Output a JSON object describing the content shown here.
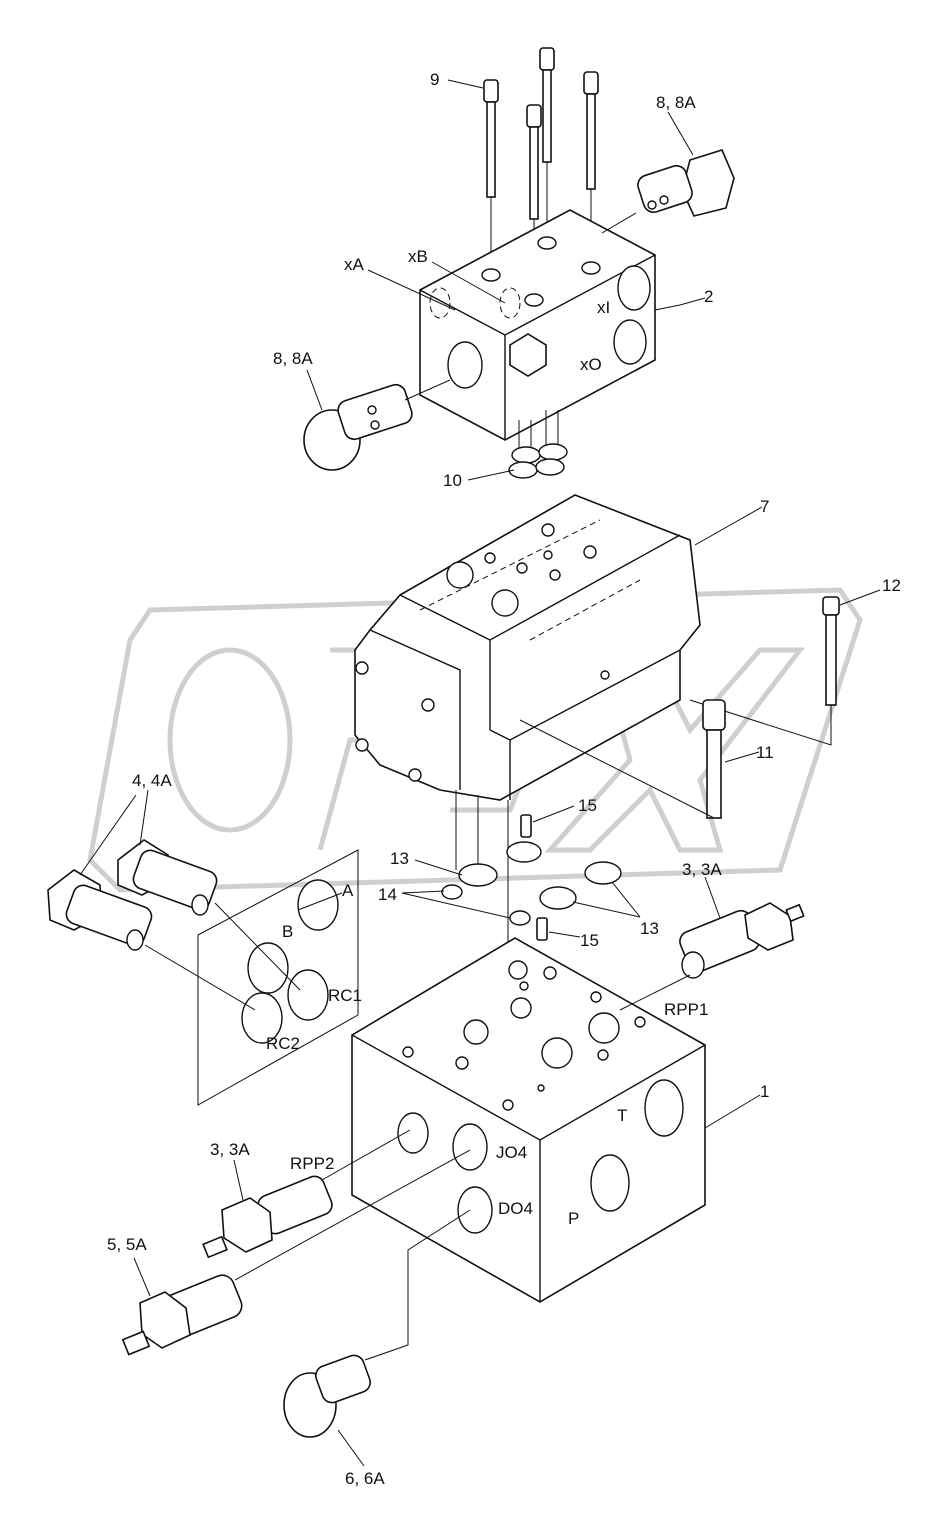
{
  "watermark": "OPEX",
  "labels": {
    "l9": "9",
    "l8a_top": "8, 8A",
    "l2": "2",
    "lxA": "xA",
    "lxB": "xB",
    "lxI": "xI",
    "lxO": "xO",
    "l8a_left": "8, 8A",
    "l10": "10",
    "l7": "7",
    "l12": "12",
    "l11": "11",
    "l4a": "4, 4A",
    "l15a": "15",
    "l13a": "13",
    "l14": "14",
    "l13b": "13",
    "l15b": "15",
    "l3a_right": "3, 3A",
    "lA": "A",
    "lB": "B",
    "lRC1": "RC1",
    "lRC2": "RC2",
    "lRPP1": "RPP1",
    "l1": "1",
    "lT": "T",
    "lP": "P",
    "l3a_left": "3, 3A",
    "lRPP2": "RPP2",
    "lJO4": "JO4",
    "lDO4": "DO4",
    "l5a": "5, 5A",
    "l6a": "6, 6A"
  }
}
